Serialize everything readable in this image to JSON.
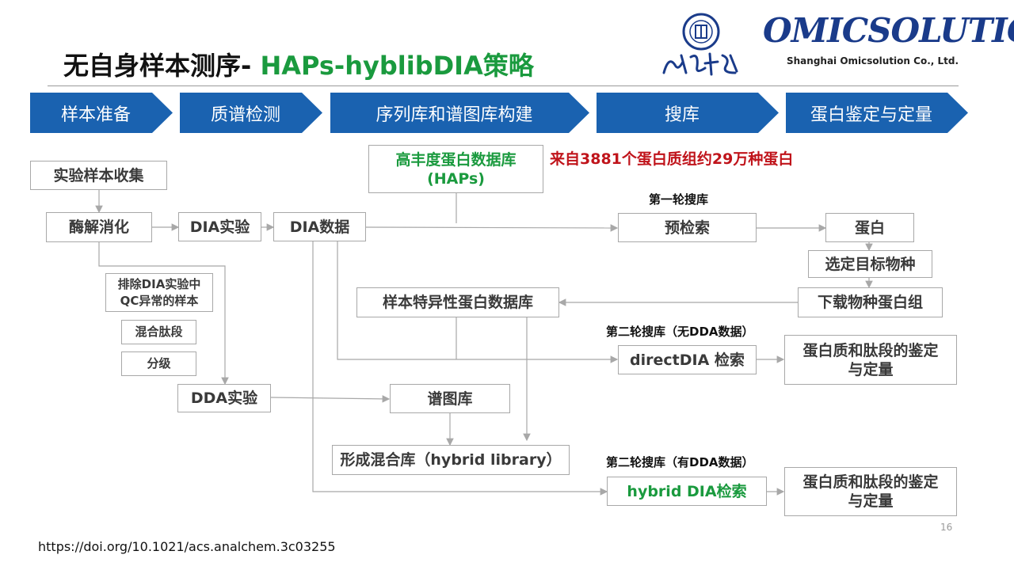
{
  "title": {
    "main": "无自身样本测序- ",
    "highlight": "HAPs-hyblibDIA策略"
  },
  "logos": {
    "omic_text": "OMICSOLUTION",
    "omic_sub": "Shanghai Omicsolution Co., Ltd."
  },
  "steps": [
    "样本准备",
    "质谱检测",
    "序列库和谱图库构建",
    "搜库",
    "蛋白鉴定与定量"
  ],
  "nodes": {
    "sample_collect": "实验样本收集",
    "digest": "酶解消化",
    "dia_exp": "DIA实验",
    "dia_data": "DIA数据",
    "haps_line1": "高丰度蛋白数据库",
    "haps_line2": "(HAPs)",
    "exclude_line1": "排除DIA实验中",
    "exclude_line2": "QC异常的样本",
    "mix_peptide": "混合肽段",
    "fractionation": "分级",
    "dda_exp": "DDA实验",
    "spectral_lib": "谱图库",
    "hybrid_lib": "形成混合库（hybrid library）",
    "presearch": "预检索",
    "protein": "蛋白",
    "select_species": "选定目标物种",
    "download_proteome": "下载物种蛋白组",
    "specific_db": "样本特异性蛋白数据库",
    "directdia": "directDIA  检索",
    "hybrid_search": "hybrid  DIA检索",
    "result1_line1": "蛋白质和肽段的鉴定",
    "result1_line2": "与定量",
    "result2_line1": "蛋白质和肽段的鉴定",
    "result2_line2": "与定量"
  },
  "notes": {
    "first_round": "第一轮搜库",
    "second_no_dda": "第二轮搜库（无DDA数据）",
    "second_with_dda": "第二轮搜库（有DDA数据）",
    "haps_source": "来自3881个蛋白质组约29万种蛋白"
  },
  "footer": {
    "doi": "https://doi.org/10.1021/acs.analchem.3c03255",
    "page": "16"
  },
  "colors": {
    "accent_blue": "#1a62b0",
    "highlight_green": "#1a9a3e",
    "alert_red": "#c0141b"
  }
}
